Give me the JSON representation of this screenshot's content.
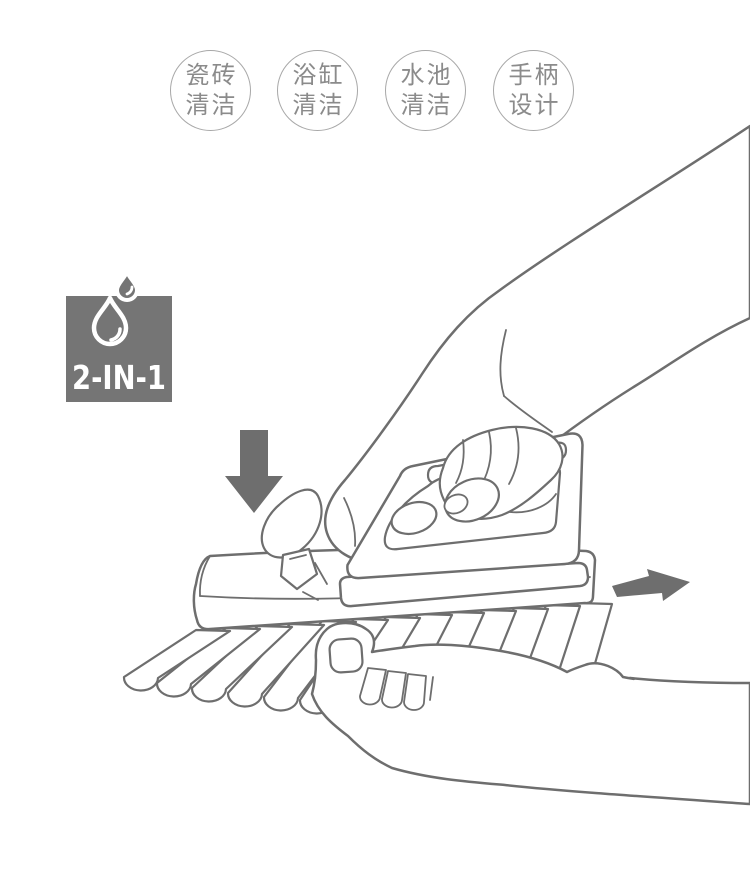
{
  "page": {
    "background_color": "#ffffff"
  },
  "top_badges": {
    "border_color": "#a8a8a8",
    "text_color": "#8b8b8b",
    "items": [
      {
        "line1": "瓷砖",
        "line2": "清洁"
      },
      {
        "line1": "浴缸",
        "line2": "清洁"
      },
      {
        "line1": "水池",
        "line2": "清洁"
      },
      {
        "line1": "手柄",
        "line2": "设计"
      }
    ]
  },
  "feature_badge": {
    "label": "2-IN-1",
    "background_color": "#757575",
    "text_color": "#ffffff",
    "icon": "water-drop-icon"
  },
  "illustration": {
    "description": "Hand pressing release clip to detach 2-in-1 scrub brush handle from brush head held by a second hand",
    "line_color": "#6e6e6e",
    "arrow_color": "#6e6e6e",
    "icons": [
      "down-arrow-icon",
      "right-arrow-icon"
    ]
  }
}
